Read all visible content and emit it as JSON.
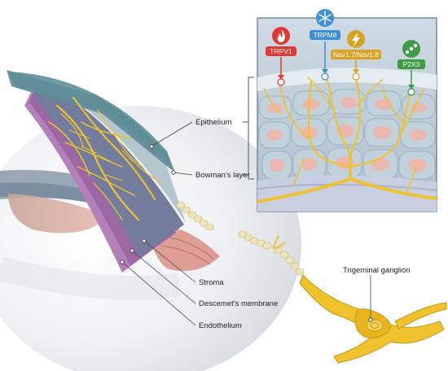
{
  "labels": {
    "epithelium": "Epithelium",
    "bowmans_layer": "Bowman's layer",
    "stroma": "Stroma",
    "descemets_membrane": "Descemet's membrane",
    "endothelium": "Endothelium",
    "trigeminal_ganglion": "Trigeminal ganglion"
  },
  "channels": [
    {
      "label": "TRPV1",
      "icon": "flame-icon",
      "color": "#e03a33"
    },
    {
      "label": "TRPM8",
      "icon": "snowflake-icon",
      "color": "#3b8fd4"
    },
    {
      "label": "Nav1.7/Nav1.8",
      "icon": "lightning-icon",
      "color": "#d8a321"
    },
    {
      "label": "P2X3",
      "icon": "atp-icon",
      "color": "#3f9b46"
    }
  ],
  "colors": {
    "nerve": "#f0c22d",
    "nerve_dark": "#c99712",
    "epithelium": "#5f8d97",
    "stroma": "#6f7c9a",
    "endothelium": "#a06aa6",
    "inset_bg": "#b9cad6"
  }
}
